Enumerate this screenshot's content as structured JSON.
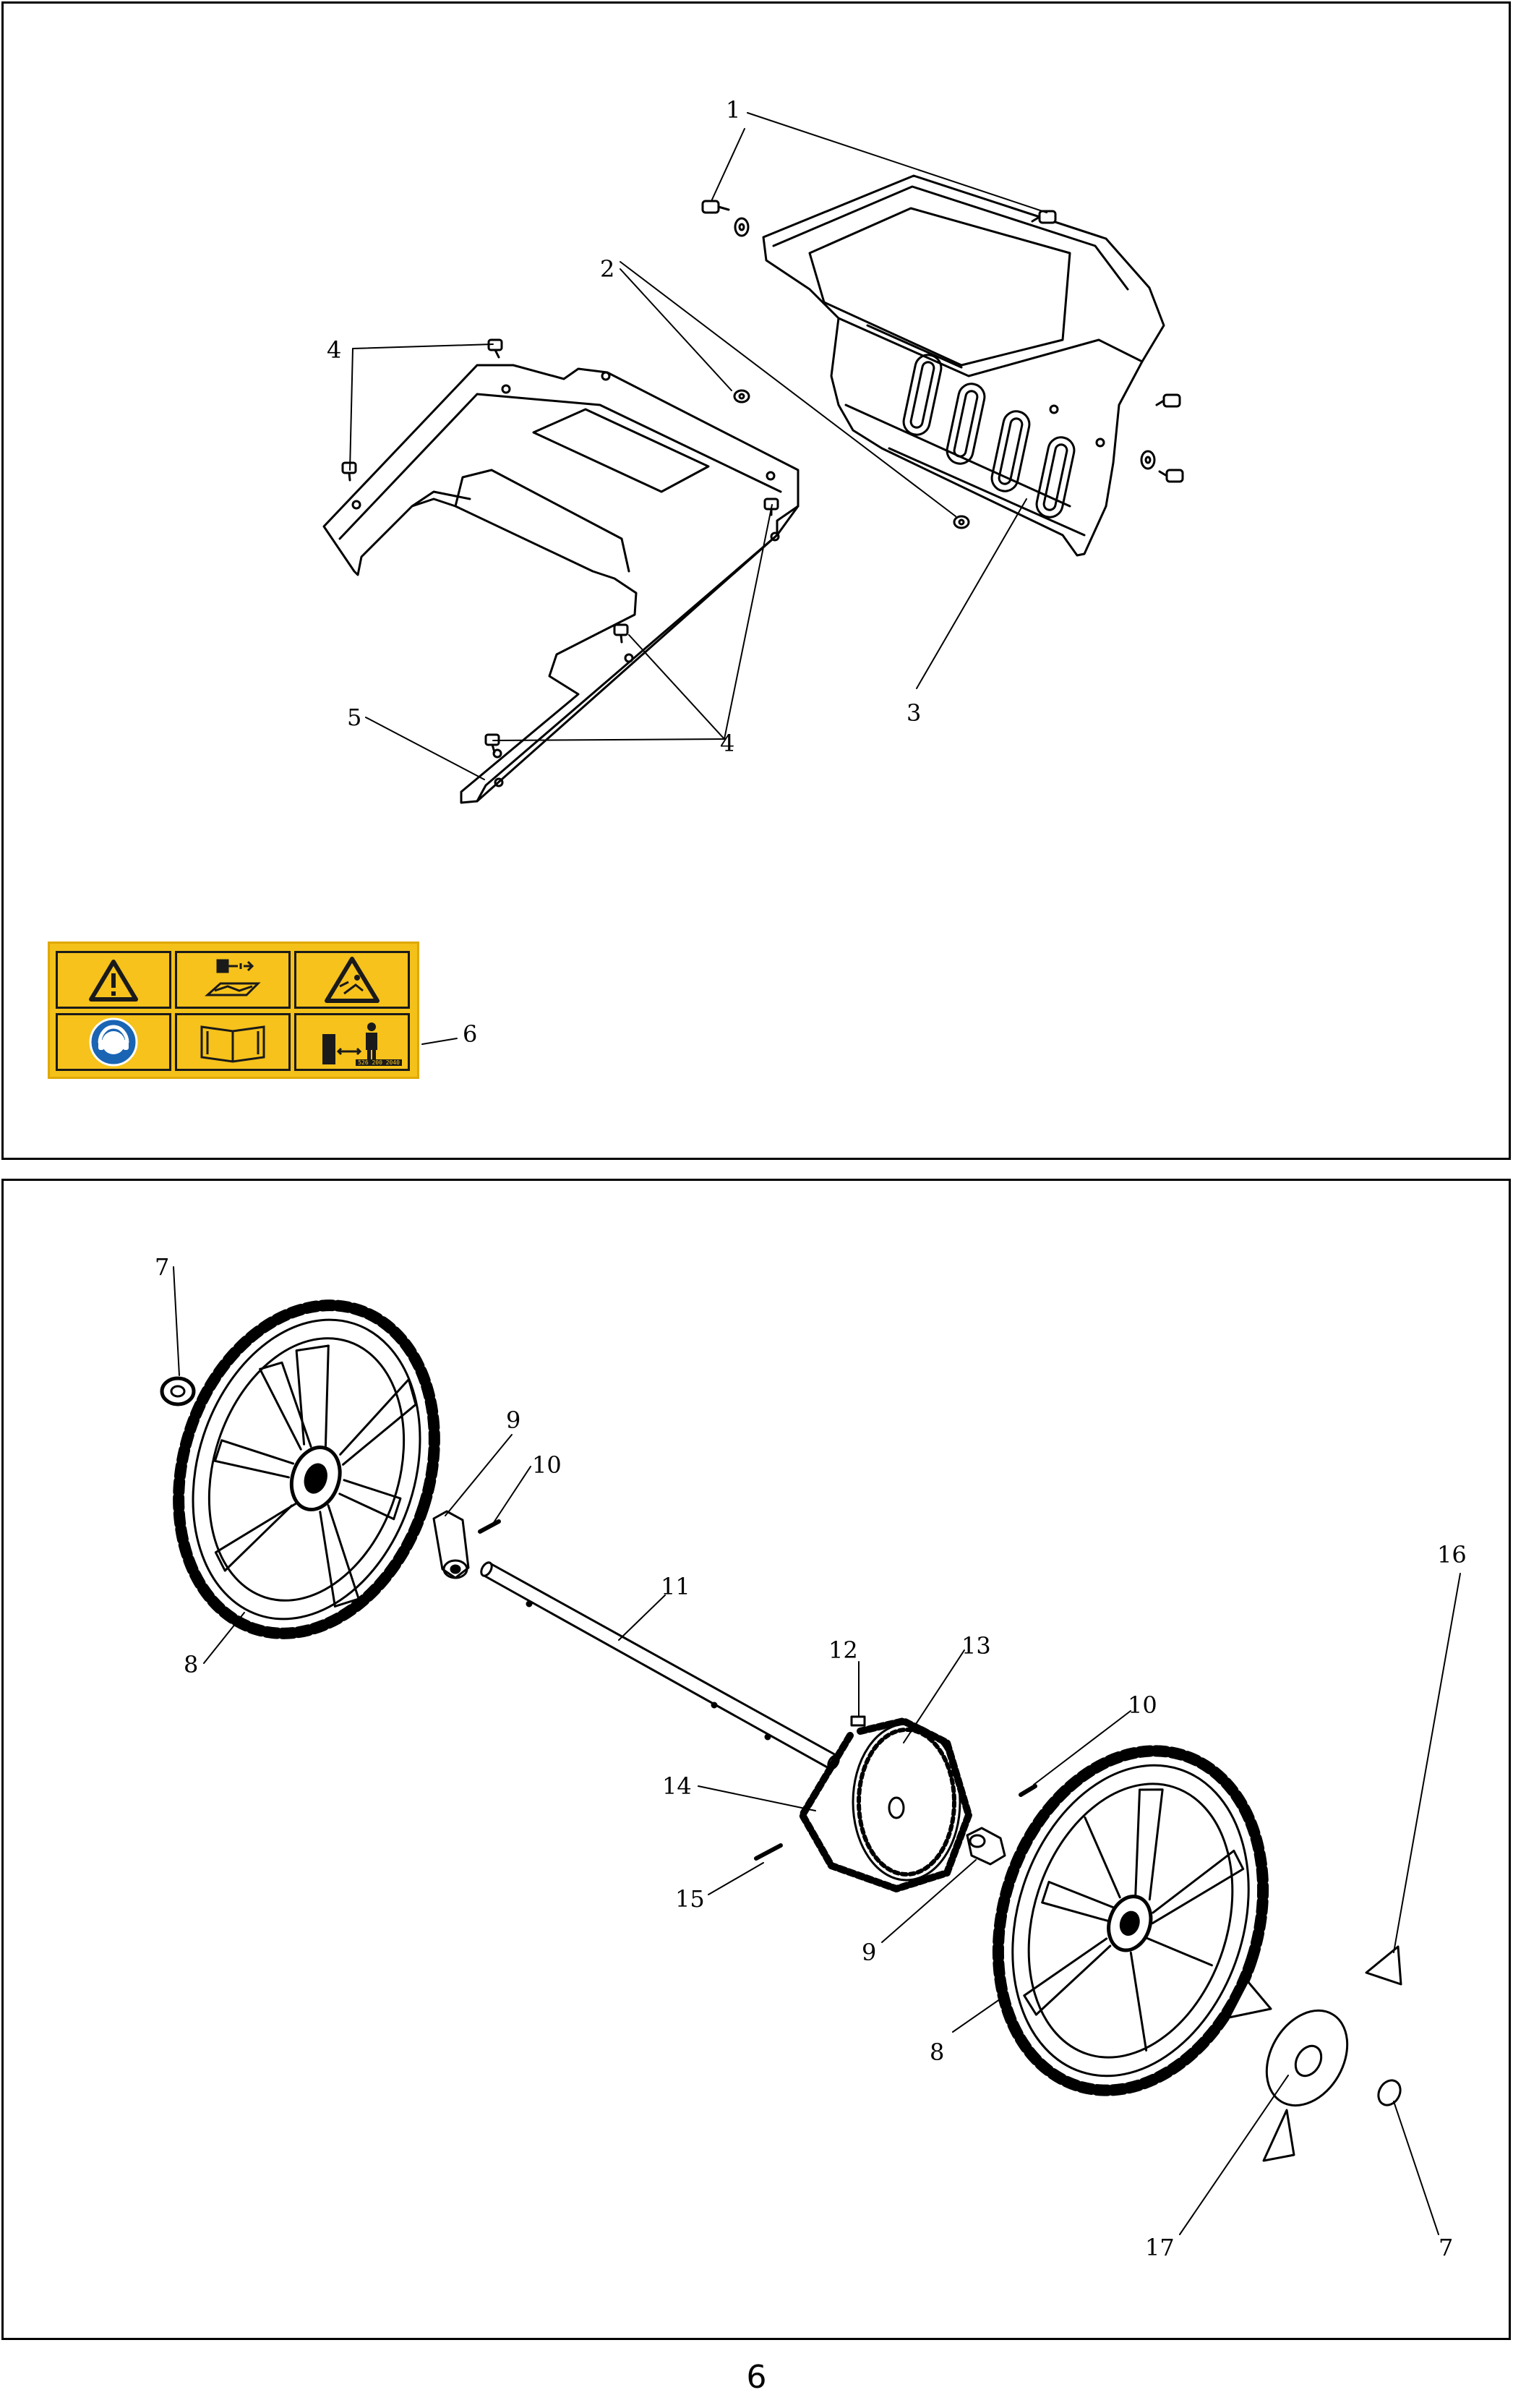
{
  "callouts_top": [
    "1",
    "2",
    "3",
    "4",
    "4",
    "5",
    "6"
  ],
  "callouts_bottom": [
    "7",
    "8",
    "9",
    "10",
    "11",
    "12",
    "13",
    "14",
    "15",
    "10",
    "9",
    "8",
    "16",
    "17",
    "7"
  ],
  "warning_label": {
    "code": "526 200 2040",
    "icons": [
      "warning-triangle-icon",
      "disconnect-spark-plug-icon",
      "thrown-objects-icon",
      "hearing-protection-icon",
      "read-manual-icon",
      "keep-distance-icon"
    ],
    "color": "#f3c11a"
  },
  "page_number": "6"
}
